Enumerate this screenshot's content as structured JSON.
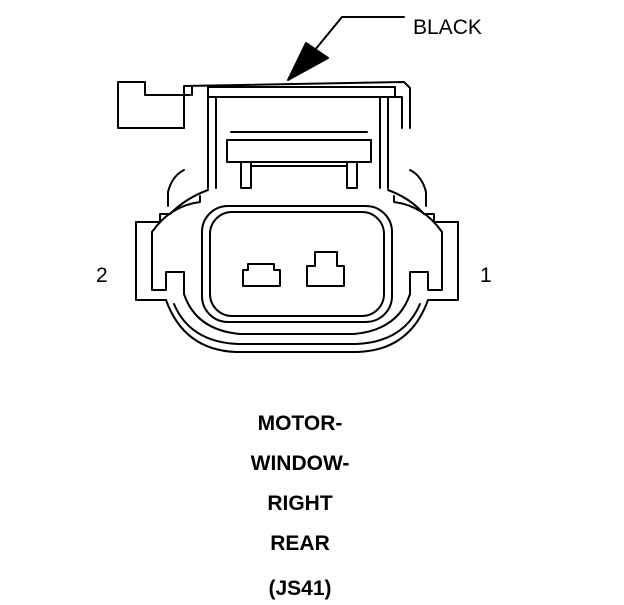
{
  "connector": {
    "color_label": "BLACK",
    "pins": {
      "left": "2",
      "right": "1"
    },
    "name_lines": [
      "MOTOR-",
      "WINDOW-",
      "RIGHT",
      "REAR"
    ],
    "code": "(JS41)"
  }
}
